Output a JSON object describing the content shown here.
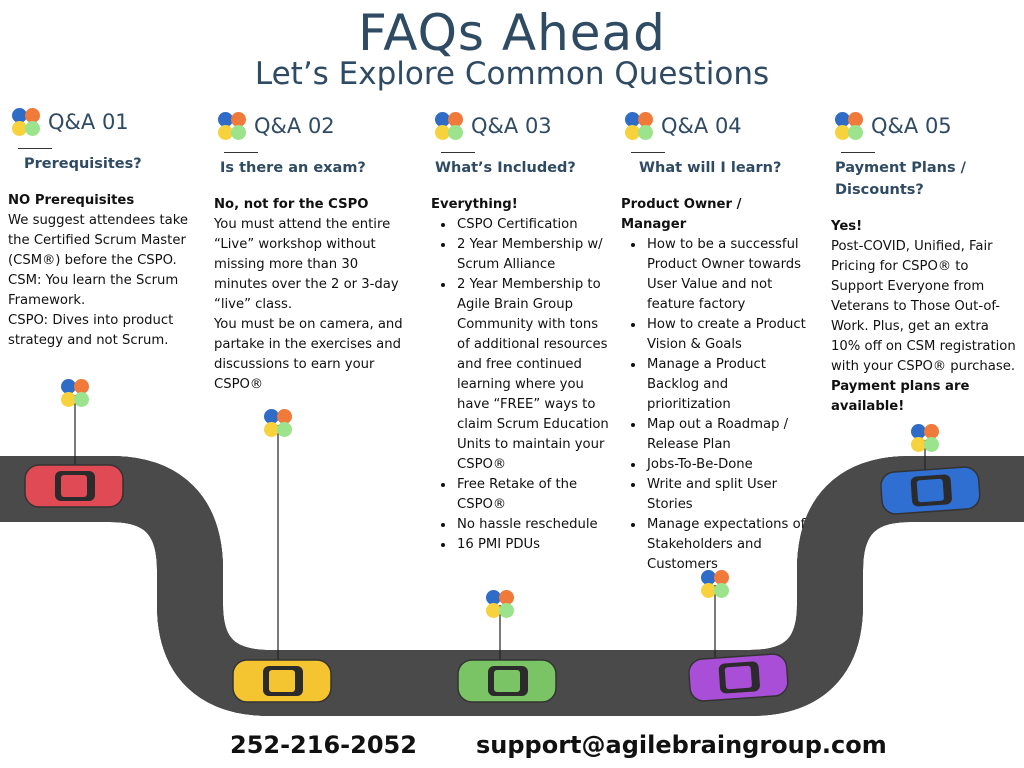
{
  "header": {
    "title": "FAQs Ahead",
    "subtitle": "Let’s Explore Common Questions"
  },
  "colors": {
    "heading": "#2f4a63",
    "road": "#4a4a4a"
  },
  "faqs": [
    {
      "label": "Q&A 01",
      "question": "Prerequisites?",
      "lead": "NO Prerequisites",
      "lines": [
        "We suggest attendees take the Certified Scrum Master (CSM®) before the CSPO.",
        "CSM: You learn the Scrum Framework.",
        "CSPO: Dives into product strategy and not Scrum."
      ]
    },
    {
      "label": "Q&A 02",
      "question": "Is there an exam?",
      "lead": "No, not for the CSPO",
      "lines": [
        "You must attend the entire “Live” workshop without missing more than 30 minutes over the 2 or 3-day “live” class.",
        "You must be on camera, and partake in the exercises and discussions to earn your CSPO®"
      ]
    },
    {
      "label": "Q&A 03",
      "question": "What’s Included?",
      "lead": "Everything!",
      "bullets": [
        "CSPO Certification",
        "2 Year Membership w/ Scrum Alliance",
        "2 Year Membership to Agile Brain Group Community with tons of additional resources and free continued learning where you have “FREE” ways to claim Scrum Education Units to maintain your CSPO®",
        "Free Retake of the CSPO®",
        "No hassle reschedule",
        "16 PMI PDUs"
      ]
    },
    {
      "label": "Q&A 04",
      "question": "What will I learn?",
      "lead": "Product Owner / Manager",
      "bullets": [
        "How to be a successful Product Owner towards User Value and not feature factory",
        "How to create a Product Vision & Goals",
        "Manage a Product Backlog and prioritization",
        "Map out a Roadmap / Release Plan",
        "Jobs-To-Be-Done",
        "Write and split User Stories",
        "Manage expectations of Stakeholders and Customers"
      ]
    },
    {
      "label": "Q&A 05",
      "question": "Payment Plans / Discounts?",
      "lead": "Yes!",
      "lines": [
        "Post-COVID, Unified, Fair Pricing for CSPO® to Support Everyone from Veterans to Those Out-of-Work. Plus, get an extra 10% off on CSM registration with your CSPO® purchase."
      ],
      "tail": "Payment plans are available!"
    }
  ],
  "cars": [
    {
      "color": "#e04a55"
    },
    {
      "color": "#f5c431"
    },
    {
      "color": "#7bc465"
    },
    {
      "color": "#a94ed6"
    },
    {
      "color": "#2f6fd1"
    }
  ],
  "footer": {
    "phone": "252-216-2052",
    "email": "support@agilebraingroup.com"
  }
}
